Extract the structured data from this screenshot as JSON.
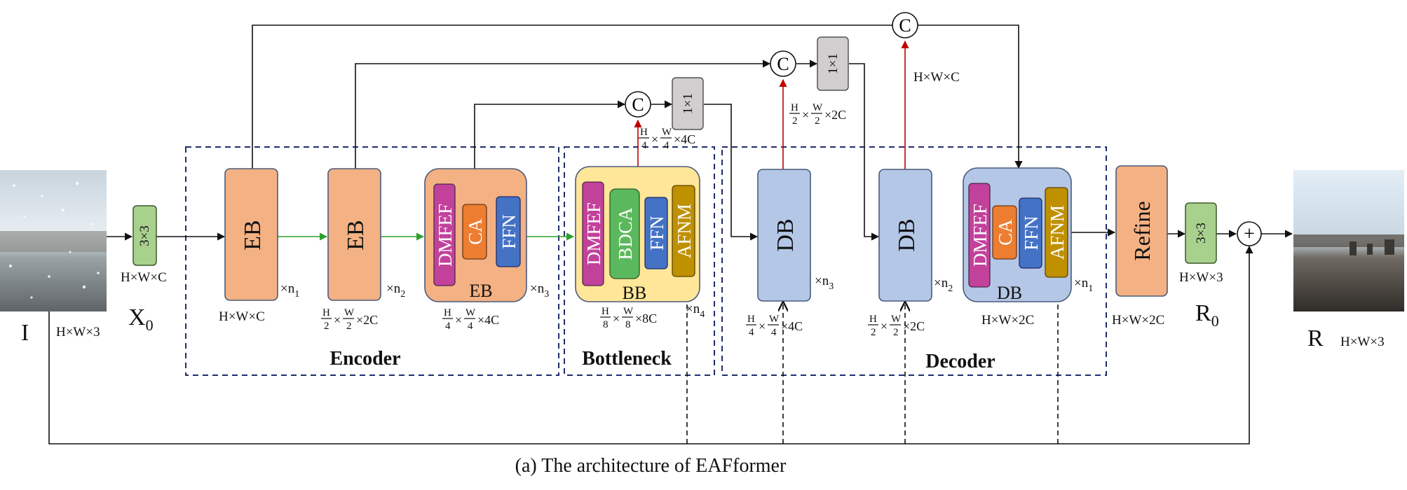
{
  "caption": "(a) The architecture of EAFformer",
  "inputs": {
    "input_label": "I",
    "input_dim": "H×W×3",
    "x0_label": "X",
    "x0_sub": "0",
    "output_label": "R",
    "output_dim": "H×W×3",
    "r0_label": "R",
    "r0_sub": "0"
  },
  "groups": {
    "encoder": "Encoder",
    "bottleneck": "Bottleneck",
    "decoder": "Decoder"
  },
  "blocks": {
    "conv_in": "3×3",
    "conv_out": "3×3",
    "eb": "EB",
    "bb": "BB",
    "db": "DB",
    "refine": "Refine",
    "dmfef": "DMFEF",
    "ca": "CA",
    "ffn": "FFN",
    "bdca": "BDCA",
    "afnm": "AFNM",
    "conv1x1": "1×1",
    "concat": "C",
    "add": "+"
  },
  "repeats": {
    "x": "×",
    "n": "n",
    "n1": "1",
    "n2": "2",
    "n3": "3",
    "n4": "4"
  },
  "dims": {
    "hwc": "H×W×C",
    "hw2c": "H×W×2C",
    "hw3": "H×W×3",
    "h": "H",
    "w": "W",
    "d2": "2",
    "d4": "4",
    "d8": "8",
    "x2c": "×2C",
    "x4c": "×4C",
    "x8c": "×8C",
    "times": "×"
  },
  "colors": {
    "eb_fill": "#f4b183",
    "eb_stroke": "#4a5a7a",
    "bb_fill": "#ffe699",
    "db_fill": "#b4c7e7",
    "dmfef": "#c2419b",
    "ca": "#ed7d31",
    "ffn": "#4472c4",
    "bdca": "#5cb85c",
    "afnm": "#bf9000",
    "conv3": "#a9d18e",
    "conv1": "#d0cece",
    "red_arrow": "#c00000",
    "green_arrow": "#2ca02c",
    "group_border": "#1f2d6b"
  }
}
